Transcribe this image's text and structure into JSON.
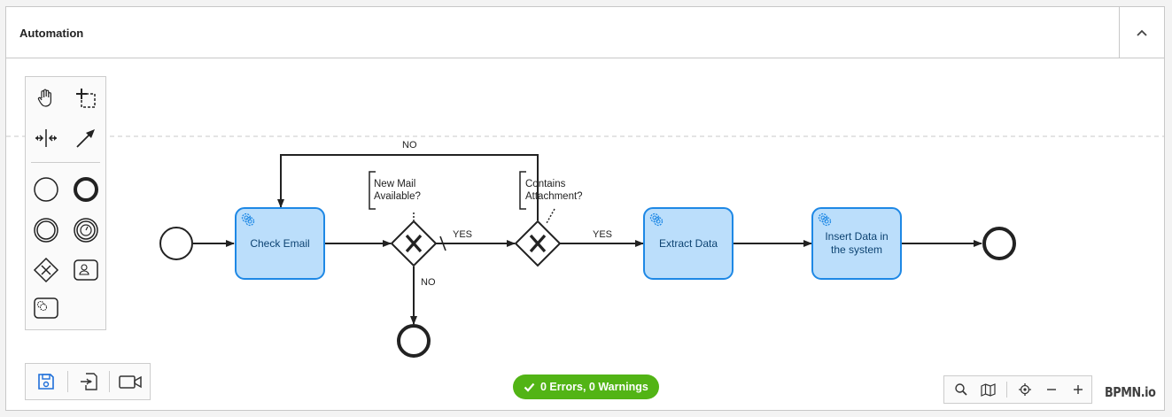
{
  "panel": {
    "title": "Automation",
    "collapse_icon": "chevron-up-icon"
  },
  "palette": {
    "tools": [
      "hand-tool-icon",
      "lasso-tool-icon",
      "space-tool-icon",
      "global-connect-tool-icon"
    ],
    "elements": [
      "start-event-icon",
      "end-event-icon",
      "intermediate-event-icon",
      "intermediate-timer-event-icon",
      "exclusive-gateway-icon",
      "user-task-icon",
      "service-task-icon"
    ]
  },
  "diagram": {
    "tasks": {
      "check_email": "Check Email",
      "extract_data": "Extract Data",
      "insert_data_1": "Insert Data in",
      "insert_data_2": "the system"
    },
    "annotations": {
      "new_mail_1": "New Mail",
      "new_mail_2": "Available?",
      "contains_1": "Contains",
      "contains_2": "Attachment?"
    },
    "flow_labels": {
      "no_top": "NO",
      "yes_1": "YES",
      "yes_2": "YES",
      "no_bottom": "NO"
    },
    "colors": {
      "task_fill": "#bbdefb",
      "task_stroke": "#1e88e5",
      "task_text": "#0d4372"
    }
  },
  "io_actions": [
    "save-icon",
    "deploy-icon",
    "record-icon"
  ],
  "linting": {
    "label": "0 Errors, 0 Warnings",
    "color": "#52b415"
  },
  "zoom_controls": [
    "search-icon",
    "minimap-icon",
    "reset-view-icon",
    "zoom-out-icon",
    "zoom-in-icon"
  ],
  "brand": "BPMN.io"
}
